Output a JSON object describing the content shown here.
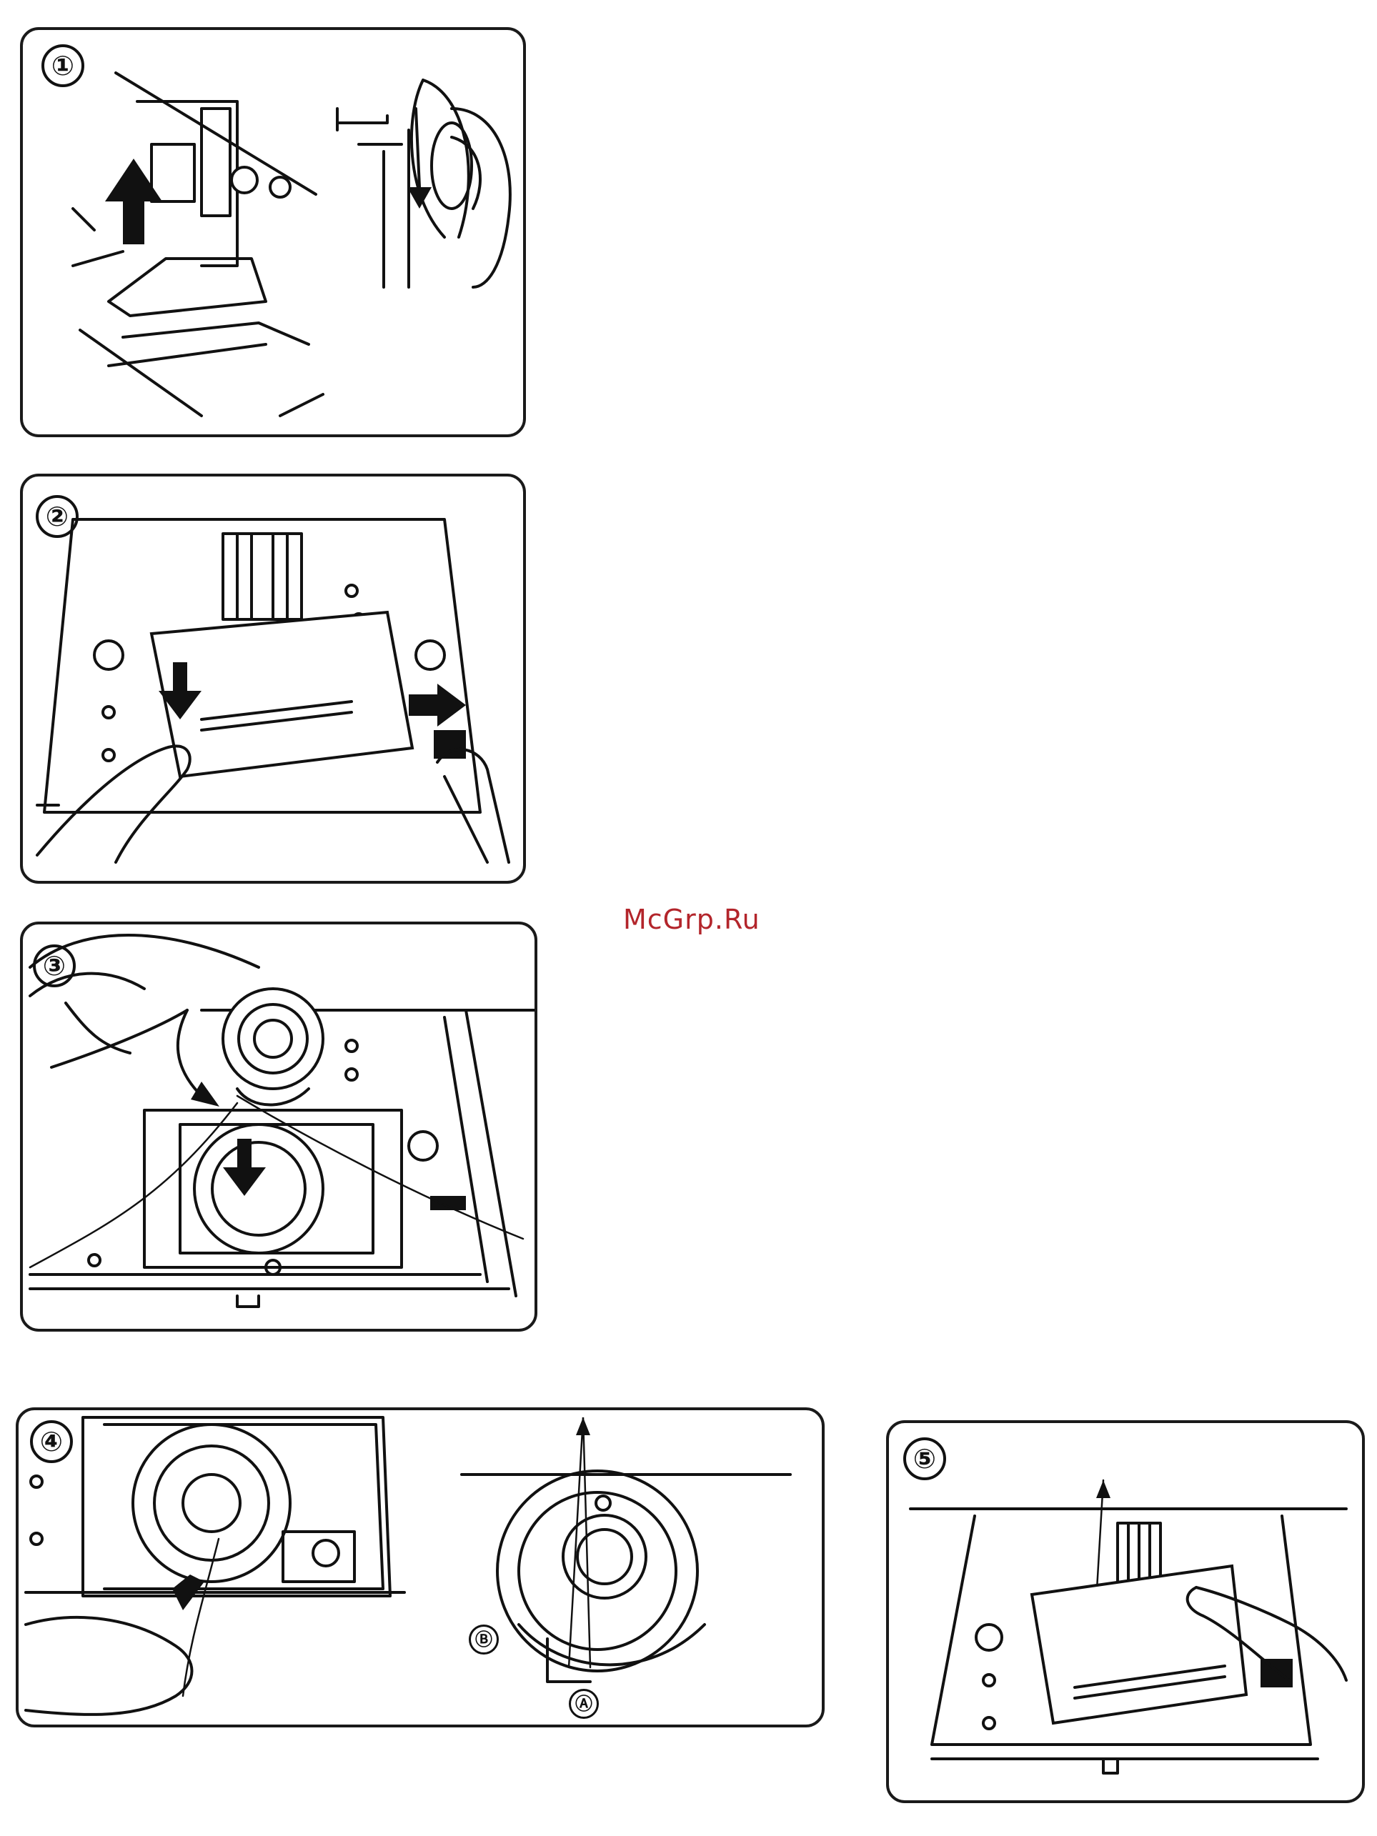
{
  "watermark": "McGrp.Ru",
  "steps": [
    {
      "number": "①",
      "illustration": "raise-presser-foot-and-turn-handwheel"
    },
    {
      "number": "②",
      "illustration": "slide-bobbin-cover-plate"
    },
    {
      "number": "③",
      "illustration": "insert-bobbin"
    },
    {
      "number": "④",
      "illustration": "thread-bobbin-through-slots",
      "callouts": [
        "Ⓑ",
        "Ⓐ"
      ]
    },
    {
      "number": "⑤",
      "illustration": "replace-bobbin-cover-plate"
    }
  ]
}
